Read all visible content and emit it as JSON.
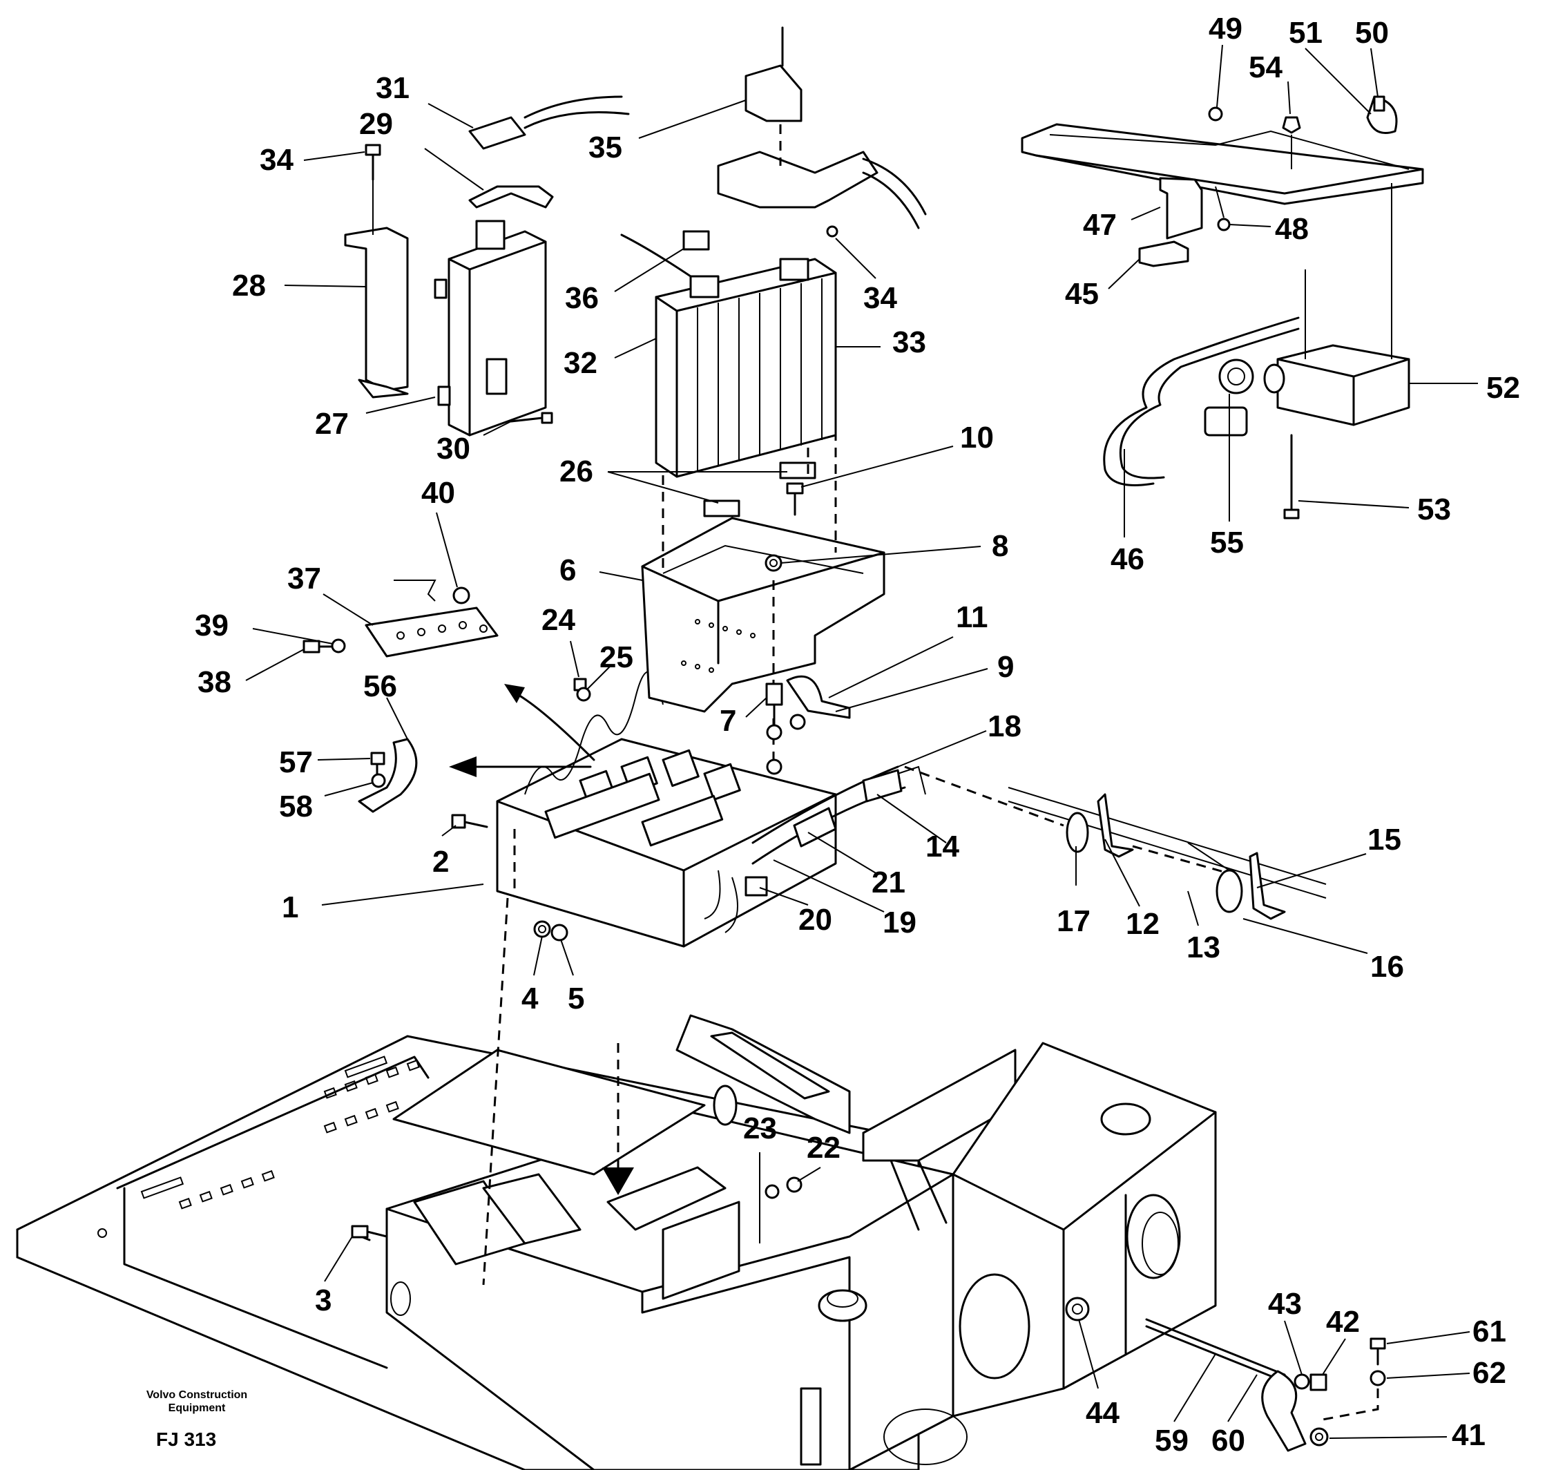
{
  "labels": [
    "1",
    "2",
    "3",
    "4",
    "5",
    "6",
    "7",
    "8",
    "9",
    "10",
    "11",
    "12",
    "13",
    "14",
    "15",
    "16",
    "17",
    "18",
    "19",
    "20",
    "21",
    "22",
    "23",
    "24",
    "25",
    "26",
    "27",
    "28",
    "29",
    "30",
    "31",
    "32",
    "33",
    "34",
    "34",
    "35",
    "36",
    "37",
    "38",
    "39",
    "40",
    "41",
    "42",
    "43",
    "44",
    "45",
    "46",
    "47",
    "48",
    "49",
    "50",
    "51",
    "52",
    "53",
    "54",
    "55",
    "56",
    "57",
    "58",
    "59",
    "60",
    "61",
    "62"
  ],
  "footer": {
    "credit_line1": "Volvo Construction",
    "credit_line2": "Equipment",
    "drawing_code": "FJ 313"
  }
}
